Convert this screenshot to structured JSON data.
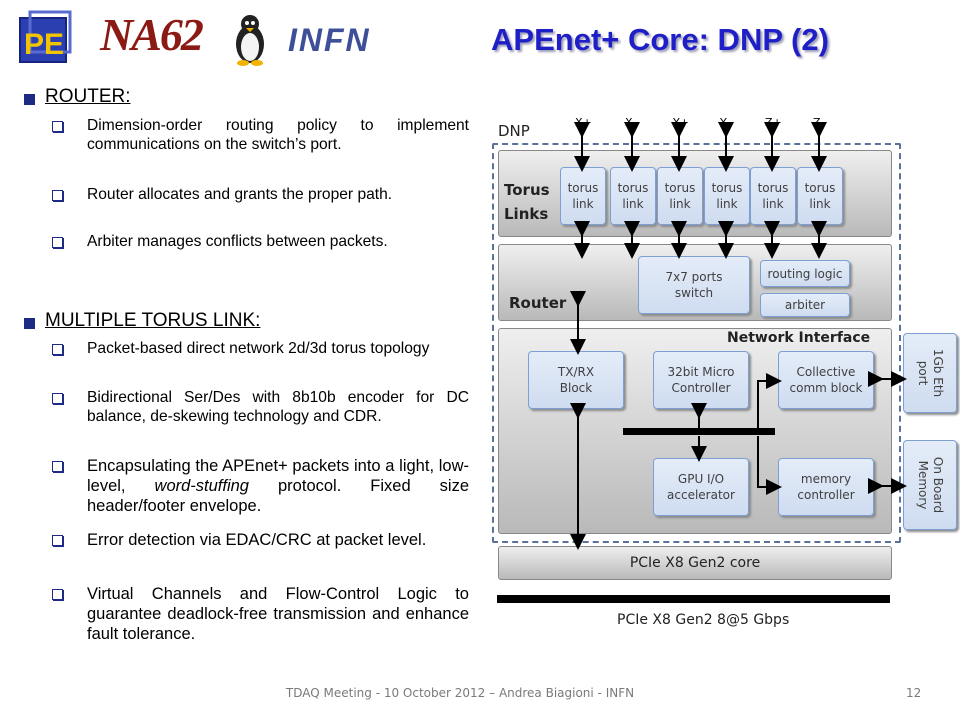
{
  "header": {
    "title": "APEnet+ Core: DNP (2)",
    "logo_na62": "NA62",
    "logo_infn": "INFN"
  },
  "router_section": {
    "heading": "ROUTER:",
    "items": [
      "Dimension-order routing policy to implement communications on the switch’s port.",
      "Router allocates and grants the proper path.",
      "Arbiter manages conflicts between packets."
    ]
  },
  "torus_section": {
    "heading": "MULTIPLE TORUS LINK:",
    "items": [
      "Packet-based direct network 2d/3d torus topology",
      "Bidirectional Ser/Des with 8b10b encoder for DC balance, de-skewing technology and CDR.",
      "Encapsulating the APEnet+ packets into a light, low-level, ",
      "word-stuffing",
      " protocol. Fixed size header/footer envelope.",
      "Error detection via EDAC/CRC at packet level.",
      "Virtual Channels and Flow-Control Logic to guarantee deadlock-free transmission and enhance fault tolerance."
    ]
  },
  "diagram": {
    "dnp_label": "DNP",
    "ports": [
      "X+",
      "X-",
      "Y+",
      "Y-",
      "Z+",
      "Z-"
    ],
    "torus_label_1": "Torus",
    "torus_label_2": "Links",
    "torus_link_line1": "torus",
    "torus_link_line2": "link",
    "router_label": "Router",
    "switch_line1": "7x7 ports",
    "switch_line2": "switch",
    "routing_logic": "routing logic",
    "arbiter": "arbiter",
    "network_interface": "Network Interface",
    "txrx_1": "TX/RX",
    "txrx_2": "Block",
    "micro_1": "32bit Micro",
    "micro_2": "Controller",
    "coll_1": "Collective",
    "coll_2": "comm block",
    "gpu_1": "GPU I/O",
    "gpu_2": "accelerator",
    "mem_1": "memory",
    "mem_2": "controller",
    "eth_1": "1Gb Eth",
    "eth_2": "port",
    "onboard_1": "On Board",
    "onboard_2": "Memory",
    "pcie_core": "PCIe X8 Gen2 core",
    "pcie_bus": "PCIe X8 Gen2 8@5 Gbps"
  },
  "footer": {
    "text": "TDAQ Meeting - 10 October 2012 – Andrea Biagioni - INFN",
    "page": "12"
  },
  "colors": {
    "title": "#1f1fc8",
    "bullet": "#1d2b86",
    "box_fill": "#dbe5f3",
    "box_border": "#7e9fd4"
  }
}
